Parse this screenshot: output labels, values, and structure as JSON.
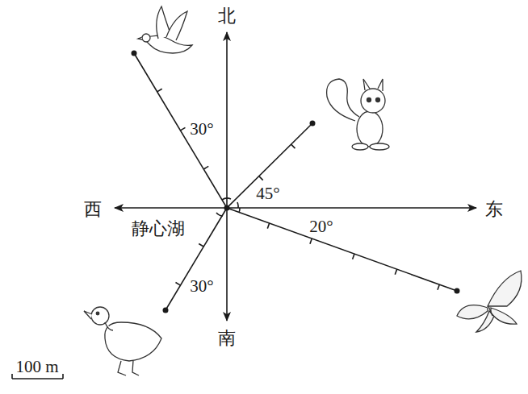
{
  "diagram": {
    "labels": [
      "北",
      "西",
      "东",
      "南",
      "静心湖",
      "30°",
      "45°",
      "20°",
      "30°",
      "100 m"
    ]
  }
}
